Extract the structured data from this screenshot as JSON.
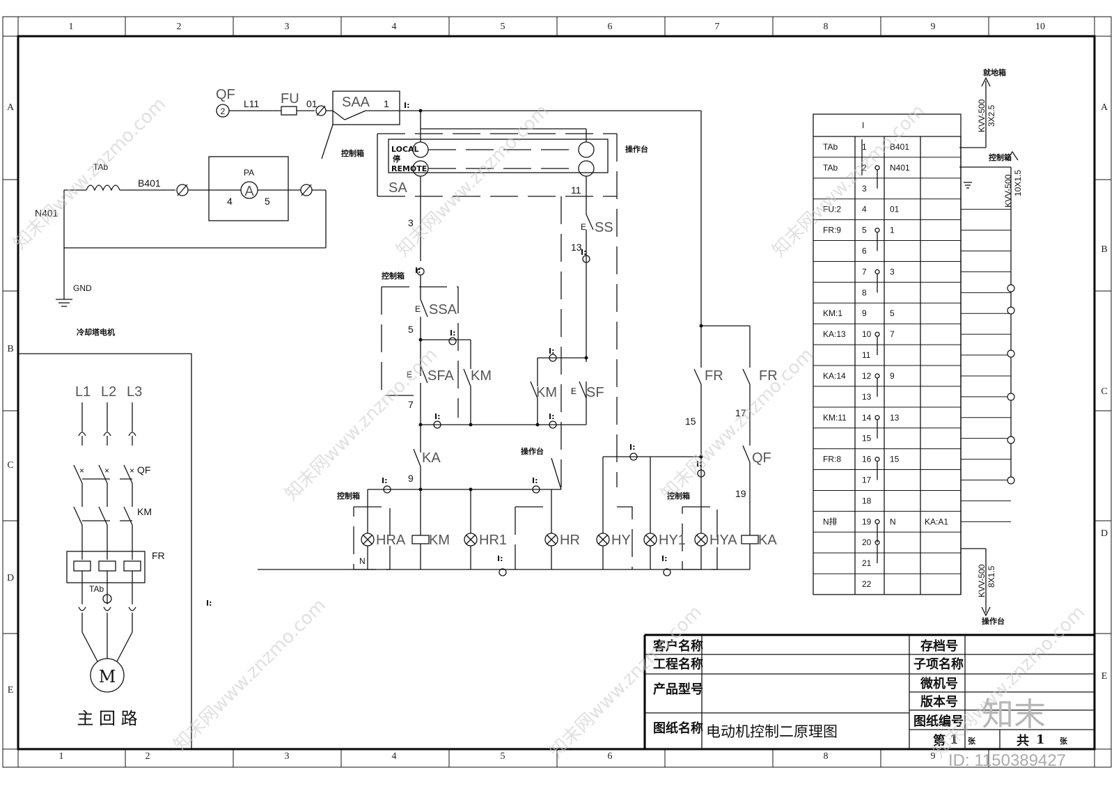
{
  "grid": {
    "cols": [
      "1",
      "2",
      "3",
      "4",
      "5",
      "6",
      "7",
      "8",
      "9",
      "10"
    ],
    "rows": [
      "A",
      "B",
      "C",
      "D",
      "E"
    ]
  },
  "supply": {
    "qf": "QF",
    "qf_num": "2",
    "l11": "L11",
    "fu": "FU",
    "n01": "01",
    "saa": "SAA",
    "saa_pin": "1",
    "ctrl_box": "控制箱",
    "op_desk": "操作台",
    "sa": "SA",
    "sa_num": "11",
    "lamp_tags": [
      "LOCAL",
      "停",
      "REMOTE"
    ]
  },
  "meter": {
    "tab": "TAb",
    "b401": "B401",
    "pa": "PA",
    "a": "A",
    "pin4": "4",
    "pin5": "5",
    "n401": "N401",
    "gnd": "GND"
  },
  "main_circuit": {
    "title": "冷却塔电机",
    "phases": [
      "L1",
      "L2",
      "L3"
    ],
    "qf": "QF",
    "km": "KM",
    "fr": "FR",
    "tab": "TAb",
    "motor": "M",
    "footer": "主 回 路"
  },
  "control": {
    "ss": "SS",
    "sf": "SF",
    "ssa": "SSA",
    "sfa": "SFA",
    "km": "KM",
    "ka": "KA",
    "fr": "FR",
    "qf": "QF",
    "e": "E",
    "op_desk": "操作台",
    "ctrl_box": "控制箱",
    "nodes": [
      "3",
      "5",
      "7",
      "9",
      "13",
      "15",
      "17",
      "19"
    ],
    "n": "N",
    "loads": [
      "HRA",
      "KM",
      "HR1",
      "HR",
      "HY",
      "HY1",
      "HYA",
      "KA"
    ]
  },
  "terminal": {
    "header": "I",
    "cable_top": "KVV-500",
    "cable_top_size": "3X2.5",
    "cable_top_to": "就地箱",
    "cable_mid": "KVV-500",
    "cable_mid_size": "10X1.5",
    "cable_mid_to": "控制箱",
    "cable_bot": "KVV-500",
    "cable_bot_size": "8X1.5",
    "cable_bot_to": "操作台",
    "rows": [
      {
        "left": "TAb",
        "num": "1",
        "right": "B401"
      },
      {
        "left": "TAb",
        "num": "2",
        "right": "N401"
      },
      {
        "left": "",
        "num": "3",
        "right": ""
      },
      {
        "left": "FU:2",
        "num": "4",
        "right": "01"
      },
      {
        "left": "FR:9",
        "num": "5",
        "right": "1"
      },
      {
        "left": "",
        "num": "6",
        "right": ""
      },
      {
        "left": "",
        "num": "7",
        "right": "3"
      },
      {
        "left": "",
        "num": "8",
        "right": ""
      },
      {
        "left": "KM:1",
        "num": "9",
        "right": "5"
      },
      {
        "left": "KA:13",
        "num": "10",
        "right": "7"
      },
      {
        "left": "",
        "num": "11",
        "right": ""
      },
      {
        "left": "KA:14",
        "num": "12",
        "right": "9"
      },
      {
        "left": "",
        "num": "13",
        "right": ""
      },
      {
        "left": "KM:11",
        "num": "14",
        "right": "13"
      },
      {
        "left": "",
        "num": "15",
        "right": ""
      },
      {
        "left": "FR:8",
        "num": "16",
        "right": "15"
      },
      {
        "left": "",
        "num": "17",
        "right": ""
      },
      {
        "left": "",
        "num": "18",
        "right": ""
      },
      {
        "left": "N排",
        "num": "19",
        "right": "N",
        "extra": "KA:A1"
      },
      {
        "left": "",
        "num": "20",
        "right": ""
      },
      {
        "left": "",
        "num": "21",
        "right": ""
      },
      {
        "left": "",
        "num": "22",
        "right": ""
      }
    ]
  },
  "title_block": {
    "customer": "客户名称",
    "project": "工程名称",
    "product": "产品型号",
    "drawing_name": "图纸名称",
    "drawing_title": "电动机控制二原理图",
    "archive": "存档号",
    "sub_item": "子项名称",
    "micro": "微机号",
    "version": "版本号",
    "drawing_no": "图纸编号",
    "sheet_pre": "第",
    "sheet_num": "1",
    "sheet_unit": "张",
    "total_pre": "共",
    "total_num": "1",
    "total_unit": "张"
  },
  "watermark": {
    "text": "知末网www.znzmo.com",
    "logo": "知末",
    "id": "ID: 1150389427"
  }
}
